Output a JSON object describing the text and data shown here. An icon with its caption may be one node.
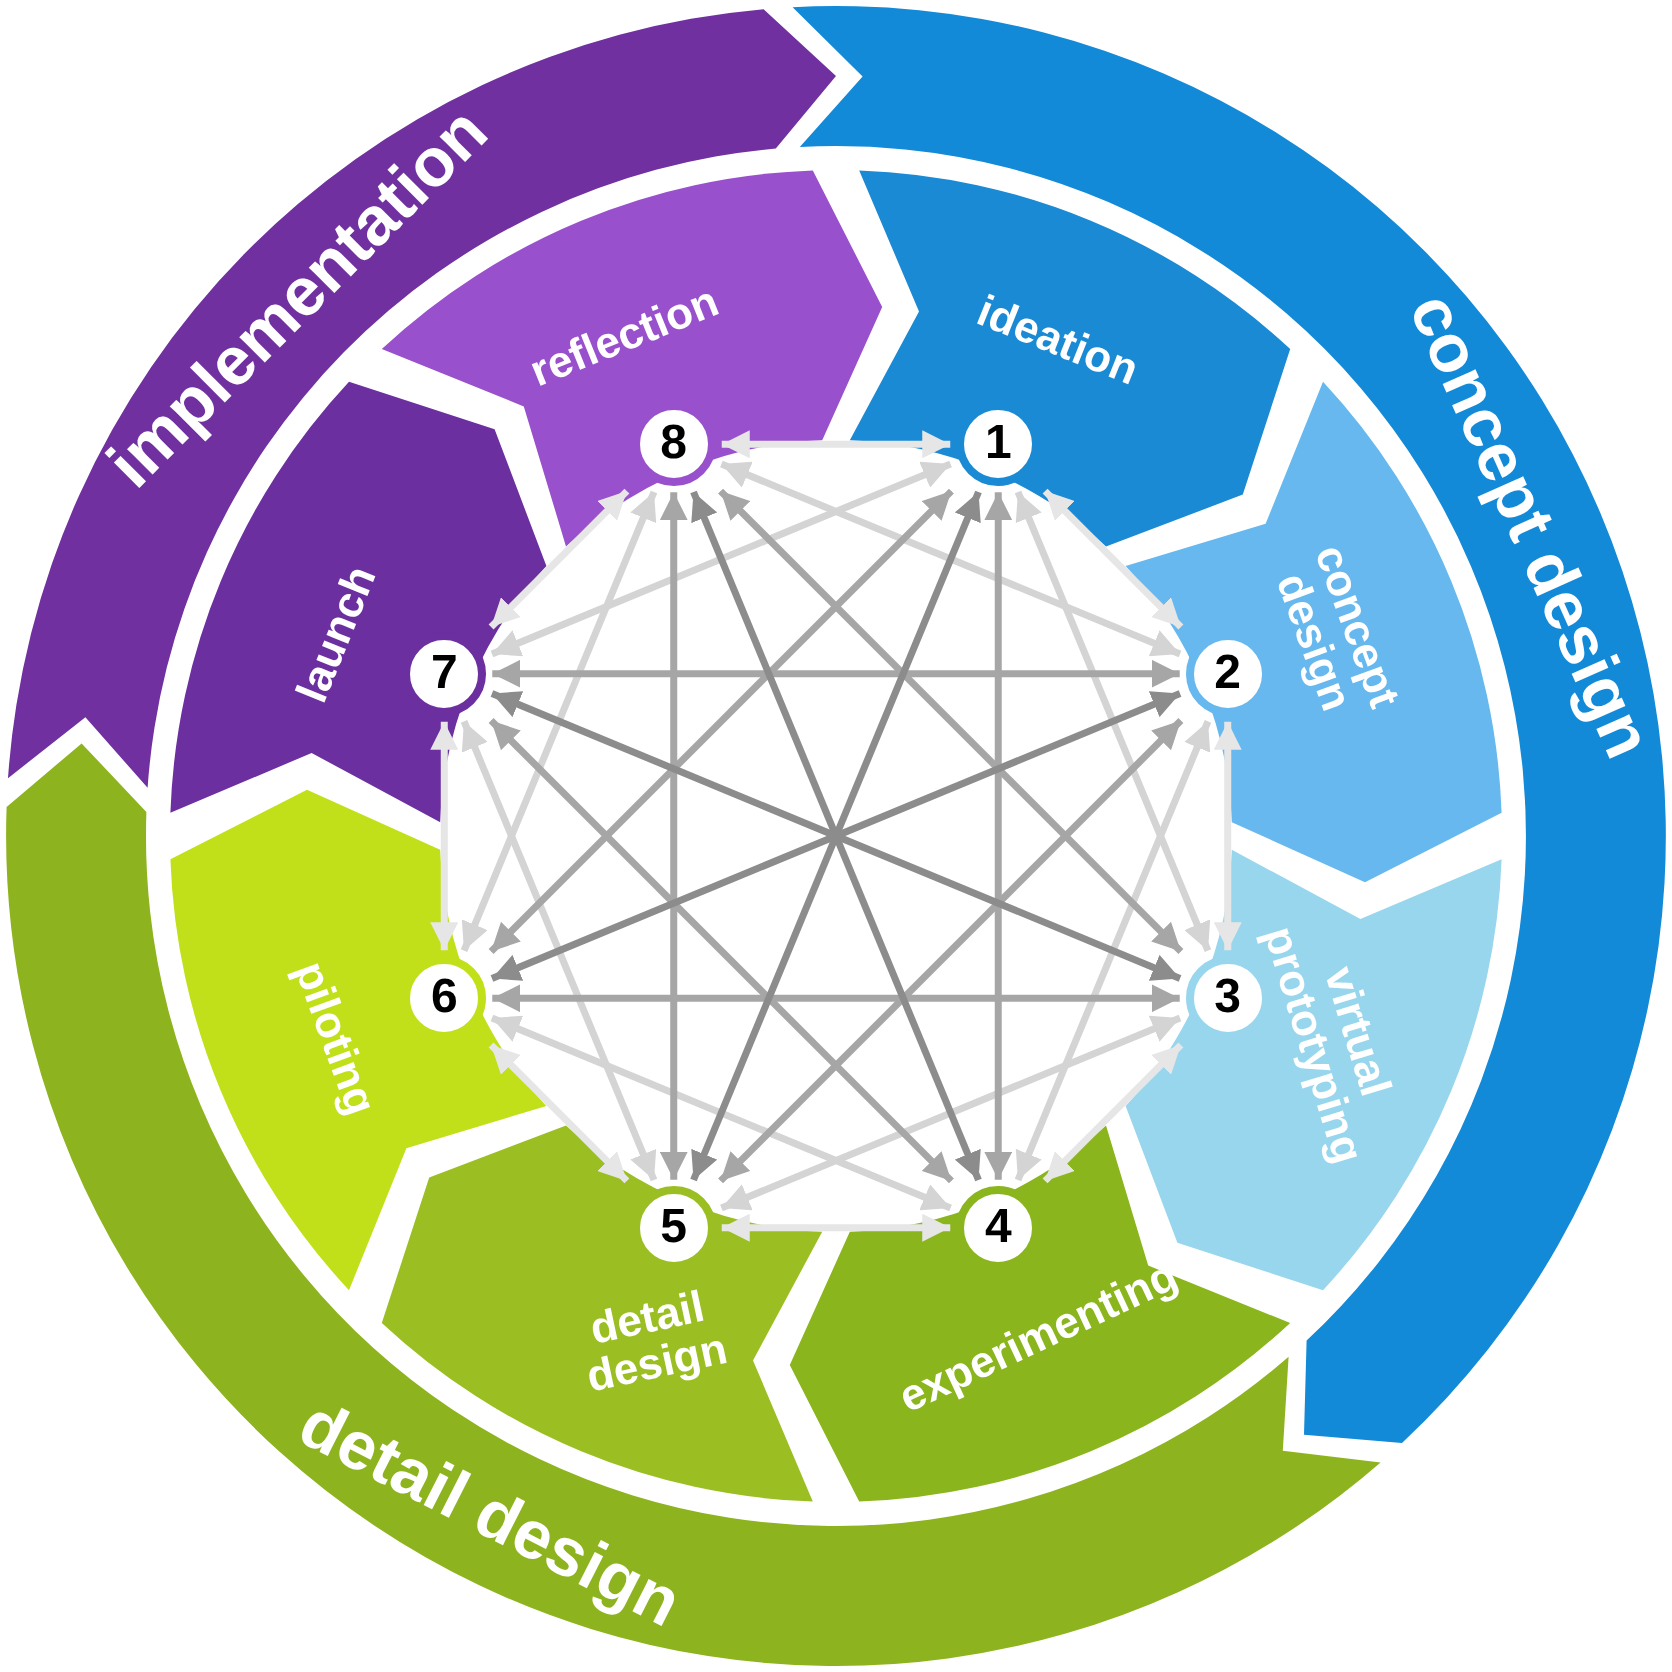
{
  "diagram": {
    "nodes": [
      {
        "text": [
          "concept design"
        ]
      },
      {
        "text": [
          "detail design"
        ]
      },
      {
        "text": [
          "implementation"
        ]
      },
      {
        "text": [
          "ideation"
        ]
      },
      {
        "text": [
          "concept design"
        ]
      },
      {
        "text": [
          "virtual prototyping"
        ]
      },
      {
        "text": [
          "experimenting"
        ]
      },
      {
        "text": [
          "detail design"
        ]
      },
      {
        "text": [
          "piloting"
        ]
      },
      {
        "text": [
          "launch"
        ]
      },
      {
        "text": [
          "reflection"
        ]
      },
      {
        "text": [
          "1"
        ]
      },
      {
        "text": [
          "2"
        ]
      },
      {
        "text": [
          "3"
        ]
      },
      {
        "text": [
          "4"
        ]
      },
      {
        "text": [
          "5"
        ]
      },
      {
        "text": [
          "6"
        ]
      },
      {
        "text": [
          "7"
        ]
      },
      {
        "text": [
          "8"
        ]
      }
    ],
    "edges": [
      {
        "from": 11,
        "to": 12,
        "arrow": "both",
        "color": "#e6e6e6"
      },
      {
        "from": 11,
        "to": 13,
        "arrow": "both",
        "color": "#d4d4d4"
      },
      {
        "from": 11,
        "to": 14,
        "arrow": "both",
        "color": "#a6a6a6"
      },
      {
        "from": 11,
        "to": 15,
        "arrow": "both",
        "color": "#8c8c8c"
      },
      {
        "from": 11,
        "to": 16,
        "arrow": "both",
        "color": "#a6a6a6"
      },
      {
        "from": 11,
        "to": 17,
        "arrow": "both",
        "color": "#d4d4d4"
      },
      {
        "from": 11,
        "to": 18,
        "arrow": "both",
        "color": "#e6e6e6"
      },
      {
        "from": 12,
        "to": 13,
        "arrow": "both",
        "color": "#e6e6e6"
      },
      {
        "from": 12,
        "to": 14,
        "arrow": "both",
        "color": "#d4d4d4"
      },
      {
        "from": 12,
        "to": 15,
        "arrow": "both",
        "color": "#a6a6a6"
      },
      {
        "from": 12,
        "to": 16,
        "arrow": "both",
        "color": "#8c8c8c"
      },
      {
        "from": 12,
        "to": 17,
        "arrow": "both",
        "color": "#a6a6a6"
      },
      {
        "from": 12,
        "to": 18,
        "arrow": "both",
        "color": "#d4d4d4"
      },
      {
        "from": 13,
        "to": 14,
        "arrow": "both",
        "color": "#e6e6e6"
      },
      {
        "from": 13,
        "to": 15,
        "arrow": "both",
        "color": "#d4d4d4"
      },
      {
        "from": 13,
        "to": 16,
        "arrow": "both",
        "color": "#a6a6a6"
      },
      {
        "from": 13,
        "to": 17,
        "arrow": "both",
        "color": "#8c8c8c"
      },
      {
        "from": 13,
        "to": 18,
        "arrow": "both",
        "color": "#a6a6a6"
      },
      {
        "from": 14,
        "to": 15,
        "arrow": "both",
        "color": "#e6e6e6"
      },
      {
        "from": 14,
        "to": 16,
        "arrow": "both",
        "color": "#d4d4d4"
      },
      {
        "from": 14,
        "to": 17,
        "arrow": "both",
        "color": "#a6a6a6"
      },
      {
        "from": 14,
        "to": 18,
        "arrow": "both",
        "color": "#8c8c8c"
      },
      {
        "from": 15,
        "to": 16,
        "arrow": "both",
        "color": "#e6e6e6"
      },
      {
        "from": 15,
        "to": 17,
        "arrow": "both",
        "color": "#d4d4d4"
      },
      {
        "from": 15,
        "to": 18,
        "arrow": "both",
        "color": "#a6a6a6"
      },
      {
        "from": 16,
        "to": 17,
        "arrow": "both",
        "color": "#e6e6e6"
      },
      {
        "from": 16,
        "to": 18,
        "arrow": "both",
        "color": "#d4d4d4"
      },
      {
        "from": 17,
        "to": 18,
        "arrow": "both",
        "color": "#e6e6e6"
      }
    ]
  }
}
